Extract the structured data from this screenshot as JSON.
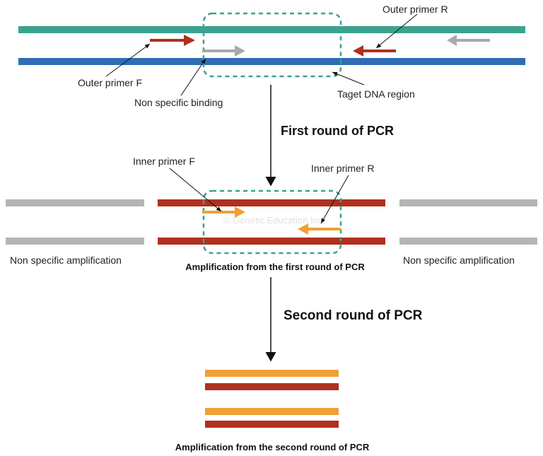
{
  "colors": {
    "outer_strand_top": "#3aa38f",
    "outer_strand_bottom": "#2f6db5",
    "target_box": "#3aa38f",
    "outer_primer": "#b0301f",
    "non_specific": "#a9a9a9",
    "amplified_strand": "#b0301f",
    "inner_primer": "#f0a035"
  },
  "labels": {
    "outer_primer_r": "Outer primer R",
    "outer_primer_f": "Outer primer F",
    "non_specific_binding": "Non specific binding",
    "target_region": "Taget DNA region",
    "first_round": "First round of PCR",
    "inner_primer_f": "Inner primer F",
    "inner_primer_r": "Inner primer R",
    "non_specific_amp_left": "Non specific amplification",
    "non_specific_amp_right": "Non specific amplification",
    "first_round_result": "Amplification from the first round of PCR",
    "second_round": "Second round of PCR",
    "second_round_result": "Amplification from the second round of PCR",
    "watermark": "© Genetic Education Inc."
  }
}
